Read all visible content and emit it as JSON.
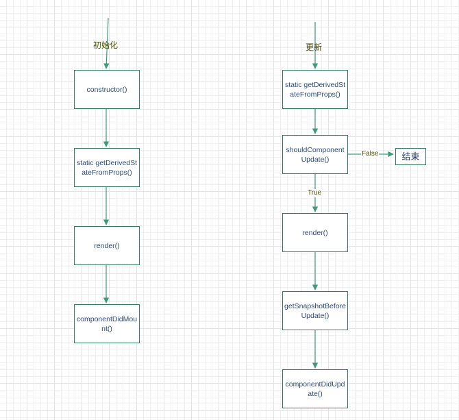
{
  "left_flow": {
    "title": "初始化",
    "nodes": [
      "constructor()",
      "static getDerivedStateFromProps()",
      "render()",
      "componentDidMount()"
    ]
  },
  "right_flow": {
    "title": "更新",
    "nodes": [
      "static getDerivedStateFromProps()",
      "shouldComponentUpdate()",
      "render()",
      "getSnapshotBeforeUpdate()",
      "componentDidUpdate()"
    ],
    "false_label": "False",
    "true_label": "True",
    "end_node": "结束"
  },
  "colors": {
    "node_border": "#2e7d62",
    "arrow": "#3d9a7a",
    "node_text": "#2b4a78",
    "label_text": "#4a4a00"
  }
}
